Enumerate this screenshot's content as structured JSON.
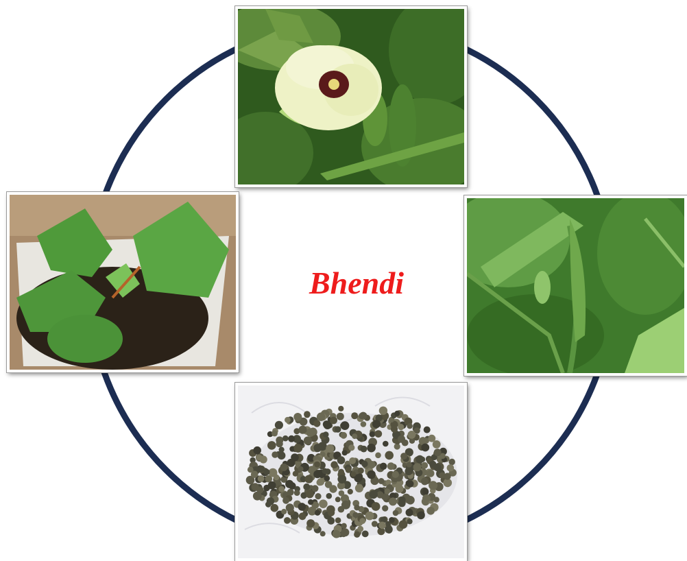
{
  "diagram": {
    "title": "Bhendi",
    "title_color": "#ee1c1c",
    "ring_color": "#1c2d52",
    "stages": [
      {
        "position": "top",
        "subject": "flower-photo"
      },
      {
        "position": "right",
        "subject": "pod-photo"
      },
      {
        "position": "bottom",
        "subject": "seeds-photo"
      },
      {
        "position": "left",
        "subject": "seedling-photo"
      }
    ]
  }
}
